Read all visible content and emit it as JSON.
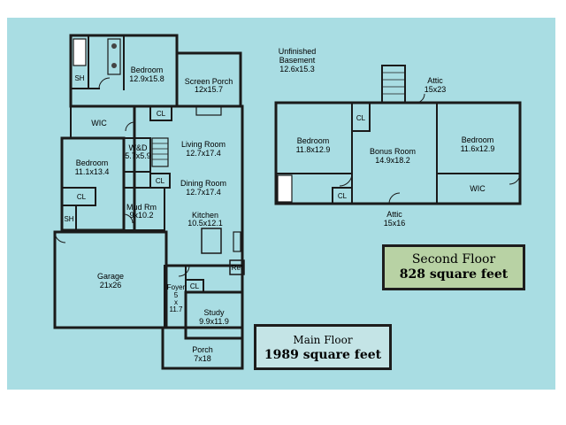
{
  "colors": {
    "background": "#a9dde3",
    "wall": "#1a1a1a",
    "second_floor_legend": "#b8d2a4",
    "main_floor_legend": "#c4e4e6"
  },
  "main_floor": {
    "rooms": {
      "bedroom1": {
        "name": "Bedroom",
        "dim": "12.9x15.8"
      },
      "sh1": {
        "name": "SH"
      },
      "screen_porch": {
        "name": "Screen Porch",
        "dim": "12x15.7"
      },
      "wic": {
        "name": "WIC"
      },
      "cl1": {
        "name": "CL"
      },
      "wd": {
        "name": "W&D",
        "dim": "5.7x5.9"
      },
      "living_room": {
        "name": "Living Room",
        "dim": "12.7x17.4"
      },
      "bedroom2": {
        "name": "Bedroom",
        "dim": "11.1x13.4"
      },
      "cl2": {
        "name": "CL"
      },
      "cl3": {
        "name": "CL"
      },
      "dining_room": {
        "name": "Dining Room",
        "dim": "12.7x17.4"
      },
      "mud_rm": {
        "name": "Mud Rm",
        "dim": "9x10.2"
      },
      "kitchen": {
        "name": "Kitchen",
        "dim": "10.5x12.1"
      },
      "sh2": {
        "name": "SH"
      },
      "garage": {
        "name": "Garage",
        "dim": "21x26"
      },
      "ref": {
        "name": "Ref"
      },
      "foyer": {
        "name": "Foyer",
        "dim_lines": [
          "5",
          "x",
          "11.7"
        ]
      },
      "cl4": {
        "name": "CL"
      },
      "study": {
        "name": "Study",
        "dim": "9.9x11.9"
      },
      "porch": {
        "name": "Porch",
        "dim": "7x18"
      }
    }
  },
  "second_floor": {
    "unfinished_basement": {
      "name_lines": [
        "Unfinished",
        "Basement"
      ],
      "dim": "12.6x15.3"
    },
    "attic_top": {
      "name": "Attic",
      "dim": "15x23"
    },
    "attic_bottom": {
      "name": "Attic",
      "dim": "15x16"
    },
    "rooms": {
      "bedroom_left": {
        "name": "Bedroom",
        "dim": "11.8x12.9"
      },
      "cl1": {
        "name": "CL"
      },
      "bonus_room": {
        "name": "Bonus Room",
        "dim": "14.9x18.2"
      },
      "bedroom_right": {
        "name": "Bedroom",
        "dim": "11.6x12.9"
      },
      "wic": {
        "name": "WIC"
      },
      "cl2": {
        "name": "CL"
      }
    }
  },
  "legends": {
    "second_floor": {
      "title": "Second Floor",
      "area": "828 square feet"
    },
    "main_floor": {
      "title": "Main Floor",
      "area": "1989 square feet"
    }
  }
}
